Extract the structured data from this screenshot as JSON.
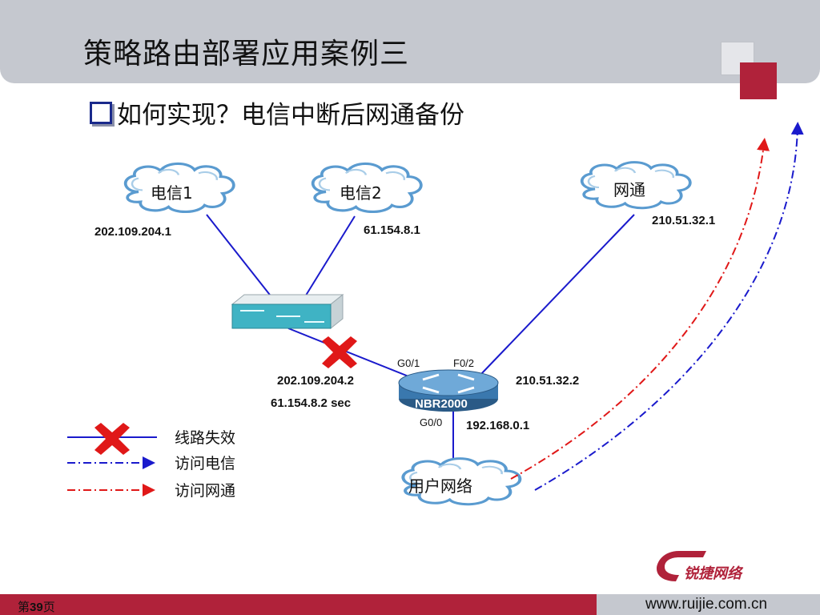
{
  "slide": {
    "title": "策略路由部署应用案例三",
    "bullet": "如何实现？电信中断后网通备份",
    "page_prefix": "第",
    "page_number": "39",
    "page_suffix": "页",
    "url": "www.ruijie.com.cn",
    "brand": "锐捷网络"
  },
  "diagram": {
    "clouds": {
      "telecom1": "电信1",
      "telecom2": "电信2",
      "netcom": "网通",
      "user_net": "用户网络"
    },
    "ips": {
      "telecom1_ip": "202.109.204.1",
      "telecom2_ip": "61.154.8.1",
      "netcom_ip": "210.51.32.1",
      "router_g01_ip": "202.109.204.2",
      "router_g01_sec": "61.154.8.2  sec",
      "router_f02_ip": "210.51.32.2",
      "router_g00_ip": "192.168.0.1"
    },
    "ports": {
      "g01": "G0/1",
      "f02": "F0/2",
      "g00": "G0/0"
    },
    "router_name": "NBR2000",
    "legend": {
      "link_fail": "线路失效",
      "access_telecom": "访问电信",
      "access_netcom": "访问网通"
    },
    "colors": {
      "link": "#1a1acc",
      "telecom_path": "#1a1acc",
      "netcom_path": "#e01818",
      "fail_mark": "#e01818",
      "accent_red": "#b0223a"
    }
  }
}
